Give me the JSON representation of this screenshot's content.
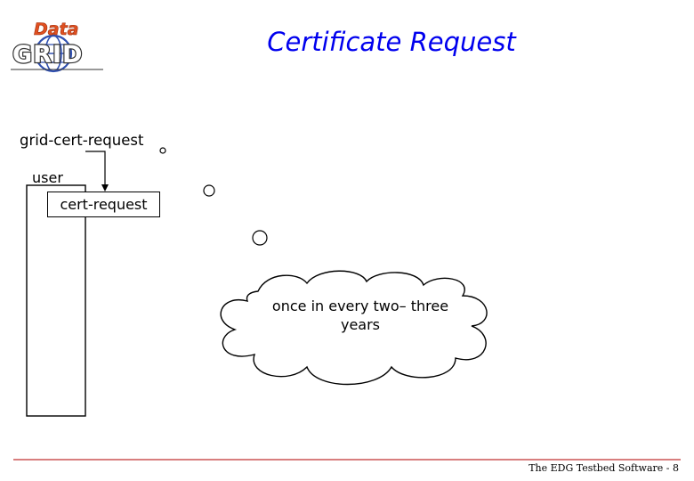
{
  "logo": {
    "line1": "Data",
    "line2": "GRID"
  },
  "title": "Certificate Request",
  "diagram": {
    "command": "grid-cert-request",
    "actor": "user",
    "step": "cert-request",
    "thought": "once in every two– three years"
  },
  "footer": "The EDG Testbed Software - 8",
  "colors": {
    "title": "#0000ee",
    "footer_line": "#c03030",
    "logo_data": "#e05020",
    "logo_grid": "#333333",
    "logo_globe": "#3050b0"
  }
}
